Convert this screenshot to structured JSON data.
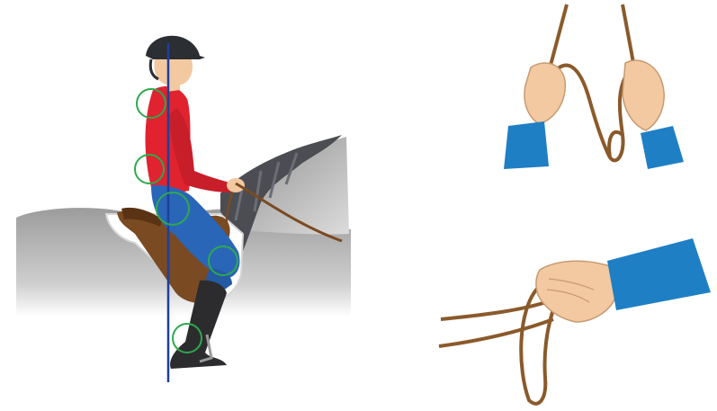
{
  "figure": {
    "panels": [
      {
        "id": "rider-position",
        "subject": "rider-seated-on-horse-with-alignment-line"
      },
      {
        "id": "hands-holding-reins-top",
        "subject": "two-hands-holding-reins-with-loop"
      },
      {
        "id": "hand-holding-reins-bottom",
        "subject": "one-hand-holding-reins-with-loop"
      }
    ]
  },
  "colors": {
    "alignment_line": "#1f3f9a",
    "joint_circle": "#2fa84f",
    "shirt": "#e0232f",
    "breeches": "#2a66b8",
    "helmet": "#2b2e33",
    "boot": "#2c2c2e",
    "saddle": "#7a4a22",
    "horse_body": "#a9a9a9",
    "mane": "#4b4d52",
    "rein": "#8a5a2b",
    "sleeve": "#1f7fc4",
    "skin": "#f2c9a0"
  },
  "icons": [
    "alignment-line",
    "joint-circle"
  ]
}
